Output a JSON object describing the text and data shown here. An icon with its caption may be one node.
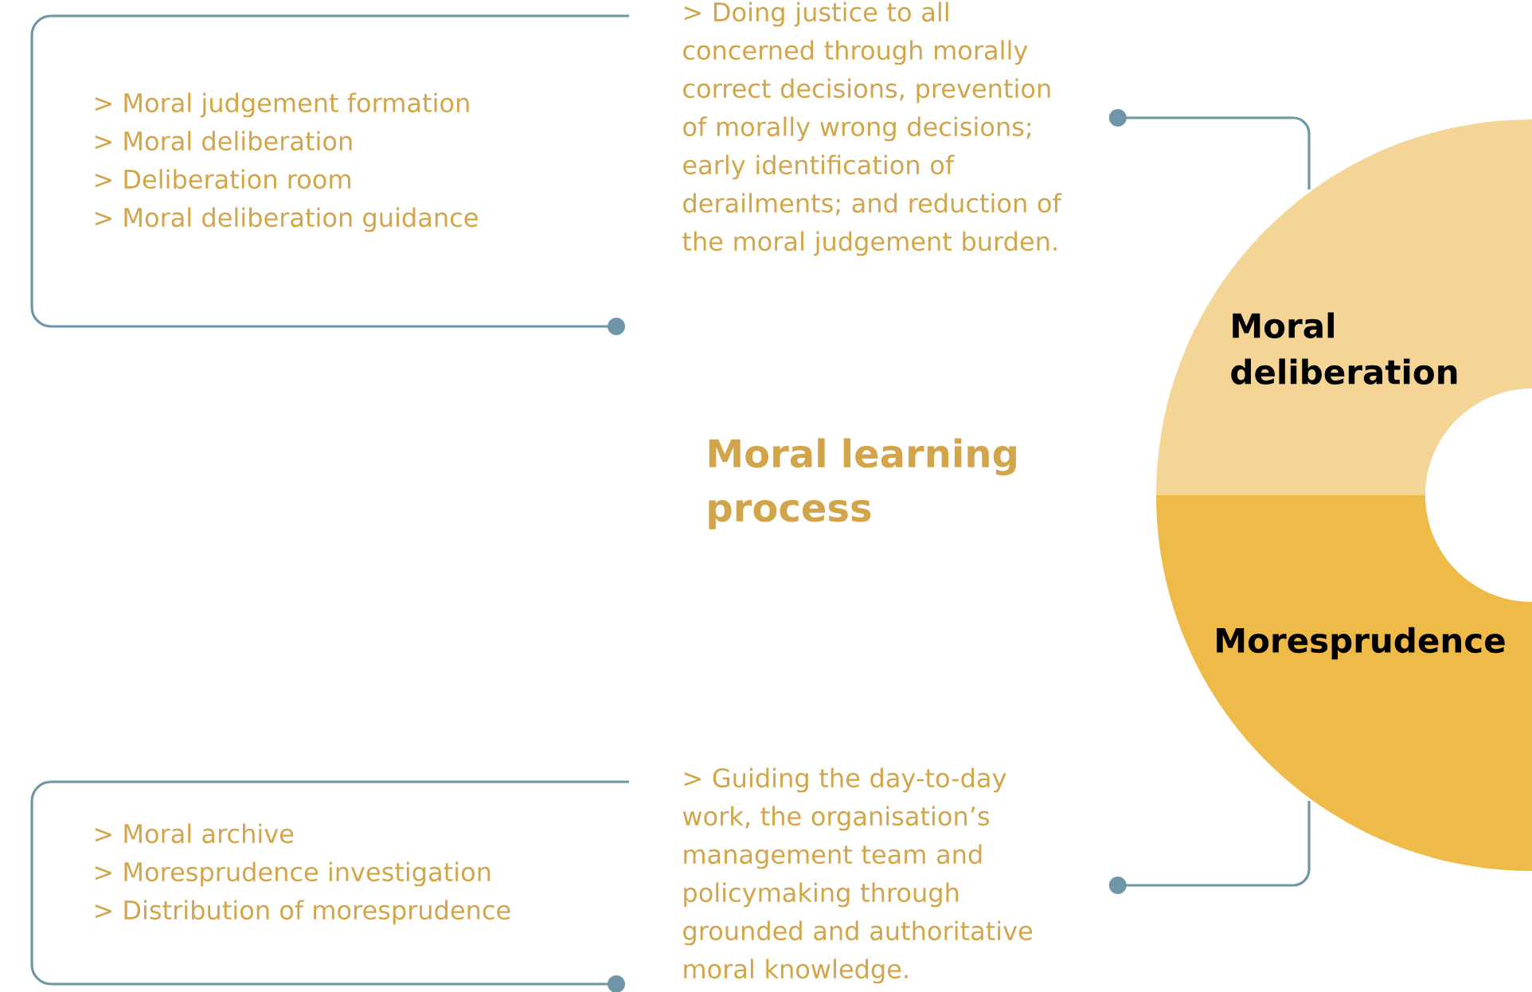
{
  "diagram": {
    "title": "Moral learning process",
    "nodes": [
      {
        "text": [
          "> Moral judgement formation",
          "> Moral deliberation",
          "> Deliberation room",
          "> Moral deliberation guidance"
        ]
      },
      {
        "text": [
          "> Doing justice to all concerned through morally correct decisions, prevention of morally wrong decisions; early identification of derailments; and reduction of the moral judgement burden."
        ]
      },
      {
        "text": [
          "> Moral archive",
          "> Moresprudence investigation",
          "> Distribution of moresprudence"
        ]
      },
      {
        "text": [
          "> Guiding the day-to-day work, the organisation’s management team and policymaking through grounded and authoritative moral knowledge."
        ]
      },
      {
        "text": [
          "Moral deliberation"
        ]
      },
      {
        "text": [
          "Moresprudence"
        ]
      }
    ],
    "edges": [
      {
        "from": 1,
        "to": 4,
        "arrow": "other"
      },
      {
        "from": 3,
        "to": 5,
        "arrow": "other"
      }
    ]
  }
}
